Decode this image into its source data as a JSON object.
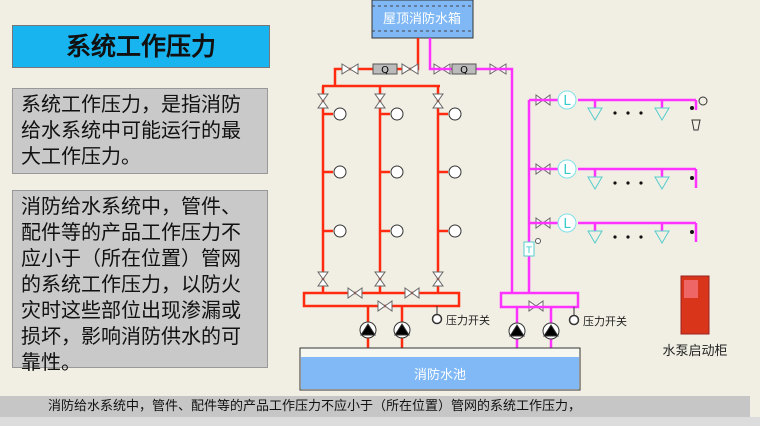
{
  "title": "系统工作压力",
  "box1": "系统工作压力，是指消防给水系统中可能运行的最大工作压力。",
  "box2": "消防给水系统中，管件、配件等的产品工作压力不应小于（所在位置）管网的系统工作压力，以防火灾时这些部位出现渗漏或损坏，影响消防供水的可靠性。",
  "diagram": {
    "roof_tank": "屋顶消防水箱",
    "pool": "消防水池",
    "pressure_switch_left": "压力开关",
    "pressure_switch_right": "压力开关",
    "cabinet": "水泵启动柜",
    "flow_label": "Q",
    "indicator_label": "L",
    "test_label": "T"
  },
  "caption": "消防给水系统中，管件、配件等的产品工作压力不应小于（所在位置）管网的系统工作压力，",
  "colors": {
    "hydrant_pipe": "#ff2a10",
    "sprinkler_pipe": "#ff33ff",
    "title_bg": "#17b4ef"
  }
}
